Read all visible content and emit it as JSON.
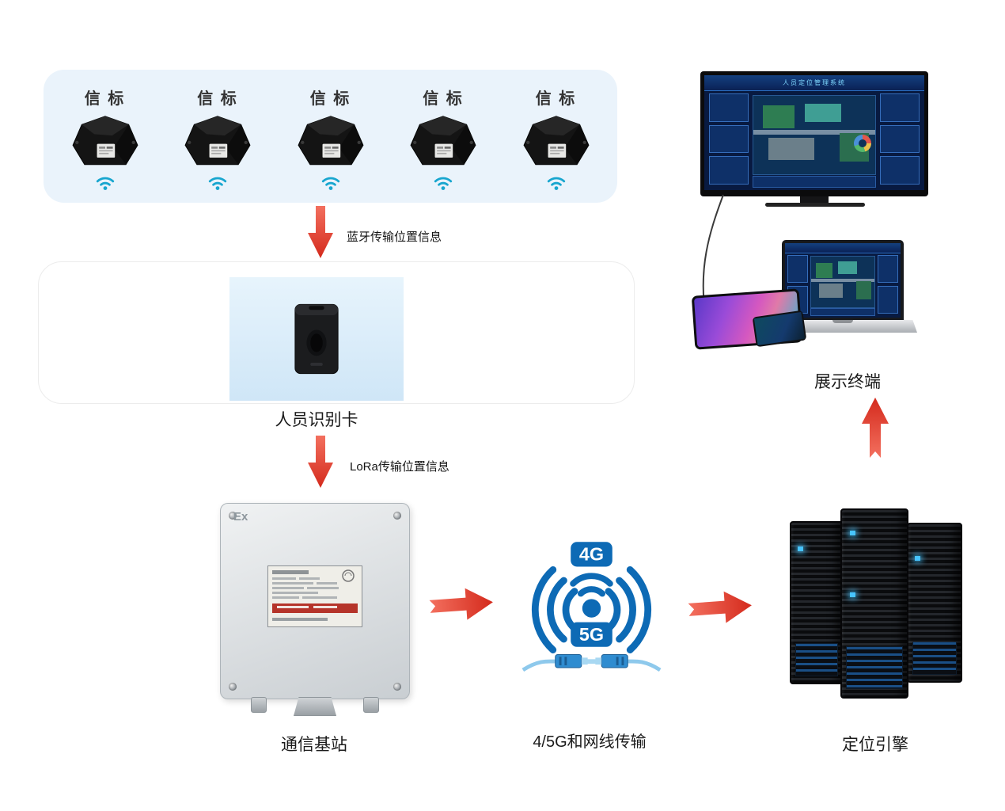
{
  "beacons": {
    "label": "信 标"
  },
  "arrows": {
    "bluetooth": "蓝牙传输位置信息",
    "lora": "LoRa传输位置信息"
  },
  "id_card": {
    "label": "人员识别卡"
  },
  "base_station": {
    "label": "通信基站",
    "marking": "Ex"
  },
  "network": {
    "label": "4/5G和网线传输",
    "badge_top": "4G",
    "badge_bottom": "5G"
  },
  "engine": {
    "label": "定位引擎"
  },
  "display": {
    "label": "展示终端",
    "screen_title": "人员定位管理系统"
  },
  "colors": {
    "arrow_red": "#e63b2e",
    "beacon_panel_blue": "#eaf3fb",
    "signal_teal": "#18a6cf",
    "network_blue": "#0d6ab5"
  }
}
